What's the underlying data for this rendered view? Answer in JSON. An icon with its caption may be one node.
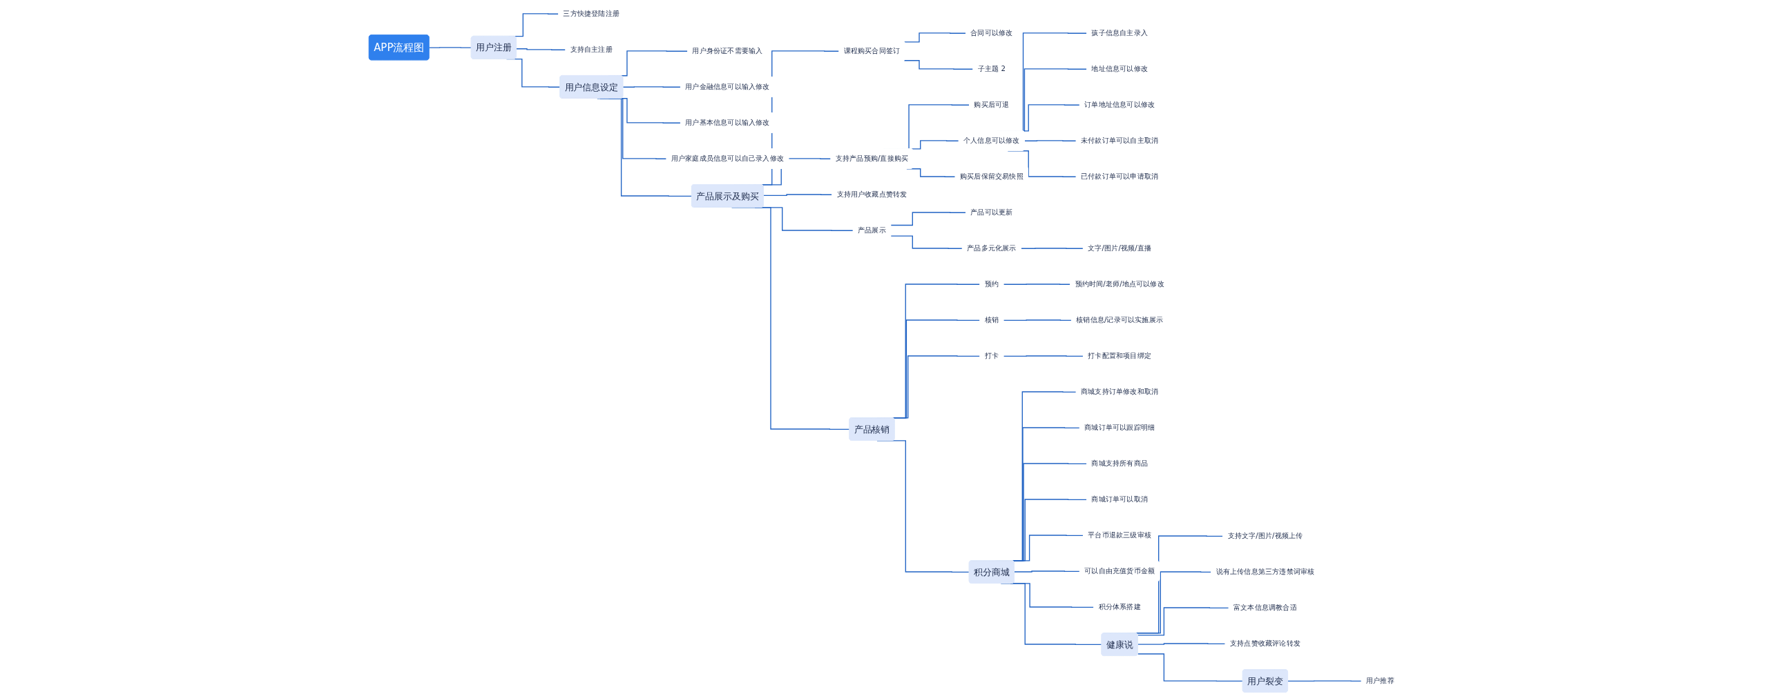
{
  "diagram": {
    "nodes": [
      {
        "text": [
          "APP流程图"
        ]
      },
      {
        "text": [
          "用户注册"
        ]
      },
      {
        "text": [
          "三方快捷登陆注册"
        ]
      },
      {
        "text": [
          "支持自主注册"
        ]
      },
      {
        "text": [
          "用户信息设定"
        ]
      },
      {
        "text": [
          "用户身份证不需要输入"
        ]
      },
      {
        "text": [
          "用户金融信息可以输入修改"
        ]
      },
      {
        "text": [
          "用户基本信息可以输入修改"
        ]
      },
      {
        "text": [
          "用户家庭成员信息可以自己录入修改"
        ]
      },
      {
        "text": [
          "产品展示及购买"
        ]
      },
      {
        "text": [
          "课程购买合同签订"
        ]
      },
      {
        "text": [
          "合同可以修改"
        ]
      },
      {
        "text": [
          "子主题 2"
        ]
      },
      {
        "text": [
          "支持产品预购/直接购买"
        ]
      },
      {
        "text": [
          "购买后可退"
        ]
      },
      {
        "text": [
          "个人信息可以修改"
        ]
      },
      {
        "text": [
          "孩子信息自主录入"
        ]
      },
      {
        "text": [
          "地址信息可以修改"
        ]
      },
      {
        "text": [
          "订单地址信息可以修改"
        ]
      },
      {
        "text": [
          "未付款订单可以自主取消"
        ]
      },
      {
        "text": [
          "已付款订单可以申请取消"
        ]
      },
      {
        "text": [
          "购买后保留交易快照"
        ]
      },
      {
        "text": [
          "支持用户收藏点赞转发"
        ]
      },
      {
        "text": [
          "产品展示"
        ]
      },
      {
        "text": [
          "产品可以更新"
        ]
      },
      {
        "text": [
          "产品多元化展示"
        ]
      },
      {
        "text": [
          "文字/图片/视频/直播"
        ]
      },
      {
        "text": [
          "产品核销"
        ]
      },
      {
        "text": [
          "预约"
        ]
      },
      {
        "text": [
          "预约时间/老师/地点可以修改"
        ]
      },
      {
        "text": [
          "核销"
        ]
      },
      {
        "text": [
          "核销信息/记录可以实施展示"
        ]
      },
      {
        "text": [
          "打卡"
        ]
      },
      {
        "text": [
          "打卡配置和项目绑定"
        ]
      },
      {
        "text": [
          "积分商城"
        ]
      },
      {
        "text": [
          "商城支持订单修改和取消"
        ]
      },
      {
        "text": [
          "商城订单可以跟踪明细"
        ]
      },
      {
        "text": [
          "商城支持所有商品"
        ]
      },
      {
        "text": [
          "商城订单可以取消"
        ]
      },
      {
        "text": [
          "平台币退款三级审核"
        ]
      },
      {
        "text": [
          "可以自由充值货币金额"
        ]
      },
      {
        "text": [
          "积分体系搭建"
        ]
      },
      {
        "text": [
          "健康说"
        ]
      },
      {
        "text": [
          "支持文字/图片/视频上传"
        ]
      },
      {
        "text": [
          "说有上传信息第三方违禁词审核"
        ]
      },
      {
        "text": [
          "富文本信息调教合适"
        ]
      },
      {
        "text": [
          "支持点赞收藏评论转发"
        ]
      },
      {
        "text": [
          "用户裂变"
        ]
      },
      {
        "text": [
          "用户推荐"
        ]
      }
    ],
    "edges": [
      {
        "from": 0,
        "to": 1,
        "arrow": "none"
      },
      {
        "from": 1,
        "to": 2,
        "arrow": "none"
      },
      {
        "from": 1,
        "to": 3,
        "arrow": "none"
      },
      {
        "from": 1,
        "to": 4,
        "arrow": "none"
      },
      {
        "from": 4,
        "to": 5,
        "arrow": "none"
      },
      {
        "from": 4,
        "to": 6,
        "arrow": "none"
      },
      {
        "from": 4,
        "to": 7,
        "arrow": "none"
      },
      {
        "from": 4,
        "to": 8,
        "arrow": "none"
      },
      {
        "from": 4,
        "to": 9,
        "arrow": "none"
      },
      {
        "from": 9,
        "to": 10,
        "arrow": "none"
      },
      {
        "from": 10,
        "to": 11,
        "arrow": "none"
      },
      {
        "from": 10,
        "to": 12,
        "arrow": "none"
      },
      {
        "from": 9,
        "to": 13,
        "arrow": "none"
      },
      {
        "from": 13,
        "to": 14,
        "arrow": "none"
      },
      {
        "from": 13,
        "to": 15,
        "arrow": "none"
      },
      {
        "from": 15,
        "to": 16,
        "arrow": "none"
      },
      {
        "from": 15,
        "to": 17,
        "arrow": "none"
      },
      {
        "from": 15,
        "to": 18,
        "arrow": "none"
      },
      {
        "from": 15,
        "to": 19,
        "arrow": "none"
      },
      {
        "from": 15,
        "to": 20,
        "arrow": "none"
      },
      {
        "from": 13,
        "to": 21,
        "arrow": "none"
      },
      {
        "from": 9,
        "to": 22,
        "arrow": "none"
      },
      {
        "from": 9,
        "to": 23,
        "arrow": "none"
      },
      {
        "from": 23,
        "to": 24,
        "arrow": "none"
      },
      {
        "from": 23,
        "to": 25,
        "arrow": "none"
      },
      {
        "from": 25,
        "to": 26,
        "arrow": "none"
      },
      {
        "from": 9,
        "to": 27,
        "arrow": "none"
      },
      {
        "from": 27,
        "to": 28,
        "arrow": "none"
      },
      {
        "from": 28,
        "to": 29,
        "arrow": "none"
      },
      {
        "from": 27,
        "to": 30,
        "arrow": "none"
      },
      {
        "from": 30,
        "to": 31,
        "arrow": "none"
      },
      {
        "from": 27,
        "to": 32,
        "arrow": "none"
      },
      {
        "from": 32,
        "to": 33,
        "arrow": "none"
      },
      {
        "from": 27,
        "to": 34,
        "arrow": "none"
      },
      {
        "from": 34,
        "to": 35,
        "arrow": "none"
      },
      {
        "from": 34,
        "to": 36,
        "arrow": "none"
      },
      {
        "from": 34,
        "to": 37,
        "arrow": "none"
      },
      {
        "from": 34,
        "to": 38,
        "arrow": "none"
      },
      {
        "from": 34,
        "to": 39,
        "arrow": "none"
      },
      {
        "from": 34,
        "to": 40,
        "arrow": "none"
      },
      {
        "from": 34,
        "to": 41,
        "arrow": "none"
      },
      {
        "from": 34,
        "to": 42,
        "arrow": "none"
      },
      {
        "from": 42,
        "to": 43,
        "arrow": "none"
      },
      {
        "from": 42,
        "to": 44,
        "arrow": "none"
      },
      {
        "from": 42,
        "to": 45,
        "arrow": "none"
      },
      {
        "from": 42,
        "to": 46,
        "arrow": "none"
      },
      {
        "from": 42,
        "to": 47,
        "arrow": "none"
      },
      {
        "from": 47,
        "to": 48,
        "arrow": "none"
      }
    ]
  }
}
